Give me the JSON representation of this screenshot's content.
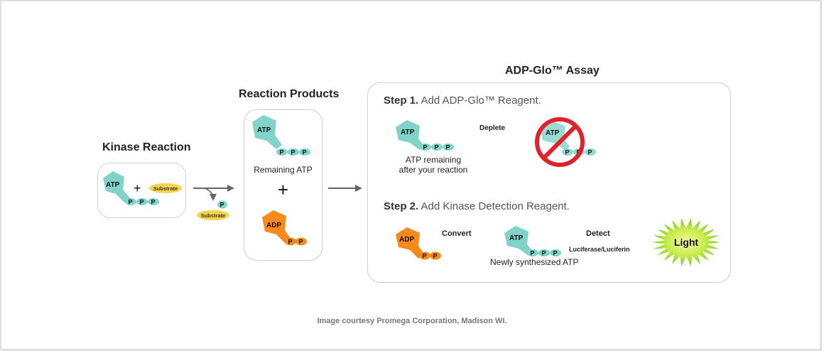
{
  "title": "ADP-Glo Kinase Assay diagram",
  "sections": {
    "kinase_reaction": {
      "heading": "Kinase Reaction",
      "molecule_atp": "ATP",
      "plus": "+",
      "substrate": "Substrate",
      "phosphate": "P",
      "product_substrate": "Substrate",
      "product_phosphate": "P"
    },
    "reaction_products": {
      "heading": "Reaction Products",
      "atp": "ATP",
      "remaining_label": "Remaining ATP",
      "plus": "+",
      "adp": "ADP",
      "phosphate": "P"
    },
    "assay": {
      "heading": "ADP-Glo™ Assay",
      "step1": {
        "prefix": "Step 1.",
        "text": "Add ADP-Glo™ Reagent.",
        "atp": "ATP",
        "atp_caption_line1": "ATP remaining",
        "atp_caption_line2": "after your reaction",
        "arrow_label": "Deplete",
        "depleted_atp": "ATP"
      },
      "step2": {
        "prefix": "Step 2.",
        "text": "Add Kinase Detection Reagent.",
        "adp": "ADP",
        "convert_label": "Convert",
        "atp": "ATP",
        "atp_caption": "Newly synthesized ATP",
        "detect_label": "Detect",
        "detect_sublabel": "Luciferase/Luciferin",
        "light_label": "Light"
      }
    }
  },
  "caption": "Image courtesy Promega Corporation, Madison WI.",
  "colors": {
    "atp_teal": "#7fd3c8",
    "adp_orange": "#f7891f",
    "substrate_yellow": "#f5d44a",
    "prohibit_red": "#e0222a",
    "light_green": "#9bd82a",
    "arrow_gray": "#666666"
  }
}
